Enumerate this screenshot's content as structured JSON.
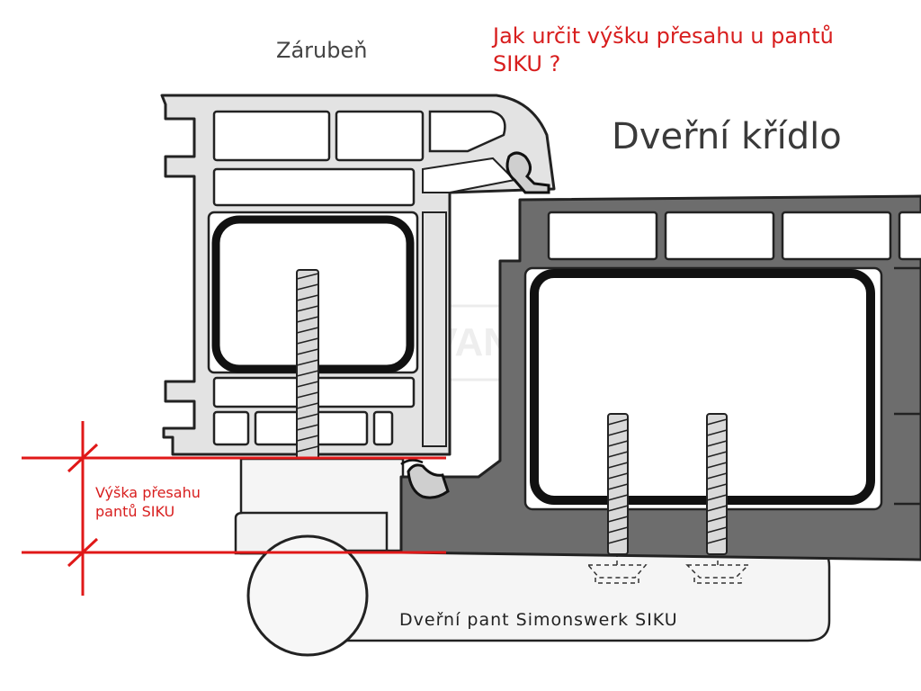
{
  "labels": {
    "frame": "Zárubeň",
    "question": "Jak určit výšku přesahu u pantů SIKU ?",
    "sash": "Dveřní křídlo",
    "overlap_height": "Výška přesahu pantů SIKU",
    "hinge": "Dveřní pant Simonswerk SIKU"
  },
  "watermark": "KOVANIS",
  "colors": {
    "frame_fill": "#e3e3e3",
    "sash_fill": "#6d6d6d",
    "outline": "#222222",
    "dimension_red": "#e01818",
    "reinforcement": "#111111",
    "hinge_fill": "#f5f5f5"
  }
}
